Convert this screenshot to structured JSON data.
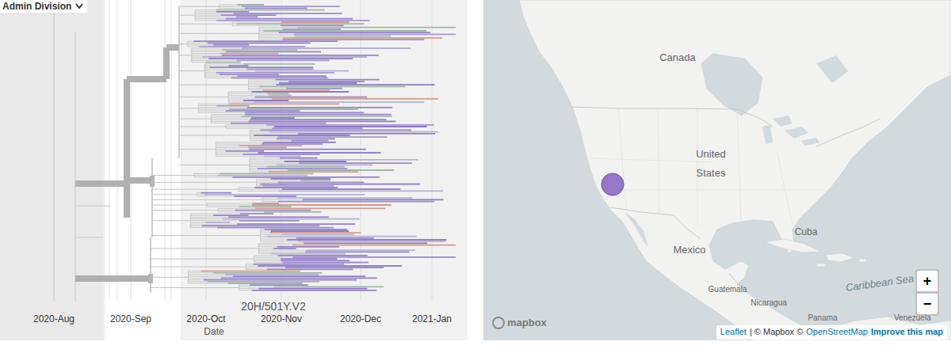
{
  "diagram": {
    "nodes": [
      {
        "text": [
          "Admin Division"
        ]
      },
      {
        "text": [
          "+"
        ]
      },
      {
        "text": [
          "−"
        ]
      }
    ],
    "labels": [
      "2020-Aug",
      "2020-Sep",
      "2020-Oct",
      "2020-Nov",
      "2020-Dec",
      "2021-Jan",
      "Date",
      "20H/501Y.V2",
      "Canada",
      "United States",
      "Mexico",
      "Cuba",
      "Caribbean Sea",
      "Guatemala",
      "Nicaragua",
      "Panama",
      "Venezuela",
      "mapbox",
      "Leaflet",
      "| © Mapbox ©",
      "OpenStreetMap",
      "Improve this map"
    ]
  }
}
